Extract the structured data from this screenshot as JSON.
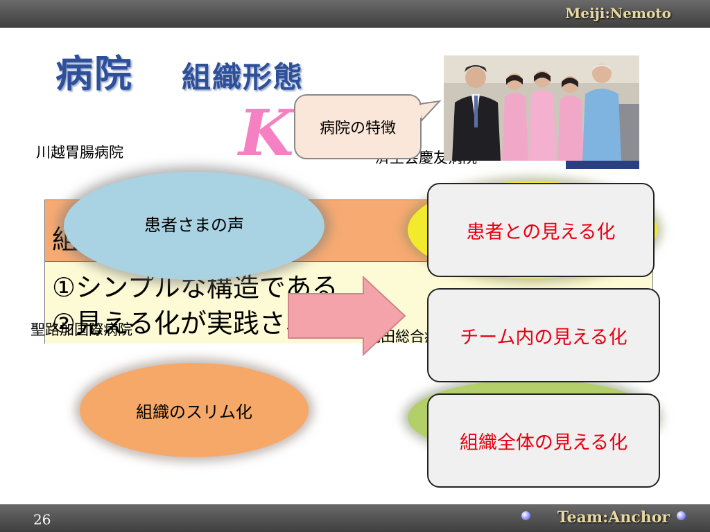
{
  "header": {
    "brand": "Meiji:Nemoto"
  },
  "title": {
    "main": "病院",
    "sub": "組織形態"
  },
  "logo": {
    "letter": "K",
    "color": "#f46ab8"
  },
  "callout": {
    "text": "病院の特徴"
  },
  "hospitals": {
    "kawagoe": "川越胃腸病院",
    "keiyu": "済生会慶友病院",
    "seirei": "聖路加国際病院",
    "kameda": "亀田総合病院"
  },
  "table": {
    "header": "組織の特徴",
    "rows": [
      "①シンプルな構造である",
      "②見える化が実践されている"
    ]
  },
  "ellipses": {
    "voice": "患者さまの声",
    "slim": "組織のスリム化"
  },
  "boxes": [
    {
      "text": "患者との見える化"
    },
    {
      "text": "チーム内の見える化"
    },
    {
      "text": "組織全体の見える化"
    }
  ],
  "footer": {
    "page": "26",
    "team": "Team:Anchor"
  },
  "colors": {
    "title": "#2e4f9a",
    "box_text": "#e60012",
    "table_header": "#f7ab72",
    "table_body": "#fdfbd5",
    "arrow": "#f4a3aa"
  }
}
